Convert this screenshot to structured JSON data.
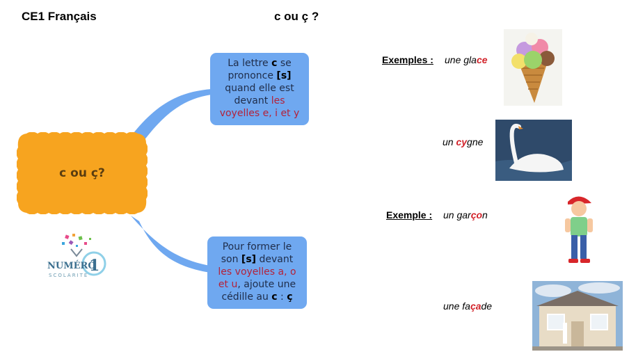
{
  "header": {
    "left_title": "CE1 Français",
    "center_title": "c ou ç ?"
  },
  "center_node": {
    "label": "c ou ç?",
    "color": "#f7a41f"
  },
  "bubble_top": {
    "line1": "La lettre ",
    "bold1": "c",
    "line1b": " se",
    "line2a": "prononce ",
    "bold2": "[s]",
    "line3": "quand elle est",
    "line4a": "devant ",
    "red4": "les",
    "red5": "voyelles e, i et y"
  },
  "bubble_bottom": {
    "line1": "Pour former le",
    "line2a": "son ",
    "bold2": "[s]",
    "line2b": " devant",
    "red3": "les voyelles a, o",
    "red4": "et u",
    "line4b": ", ajoute une",
    "line5a": "cédille au ",
    "bold5": "c",
    "line5b": " : ",
    "bold5b": "ç"
  },
  "logo": {
    "main": "NUMÉRO",
    "digit": "1",
    "sub": "SCOLARITÉ"
  },
  "examples": {
    "label_plural": "Exemples :",
    "label_singular": "Exemple :",
    "glace": {
      "pre": "une gla",
      "hl": "ce",
      "post": ""
    },
    "cygne": {
      "pre": "un ",
      "hl": "cy",
      "post": "gne"
    },
    "garcon": {
      "pre": "un gar",
      "hl": "ço",
      "post": "n"
    },
    "facade": {
      "pre": "une fa",
      "hl": "ça",
      "post": "de"
    }
  },
  "colors": {
    "bubble": "#6fa8f0",
    "connector": "#6fa8f0",
    "highlight": "#d2232a"
  }
}
